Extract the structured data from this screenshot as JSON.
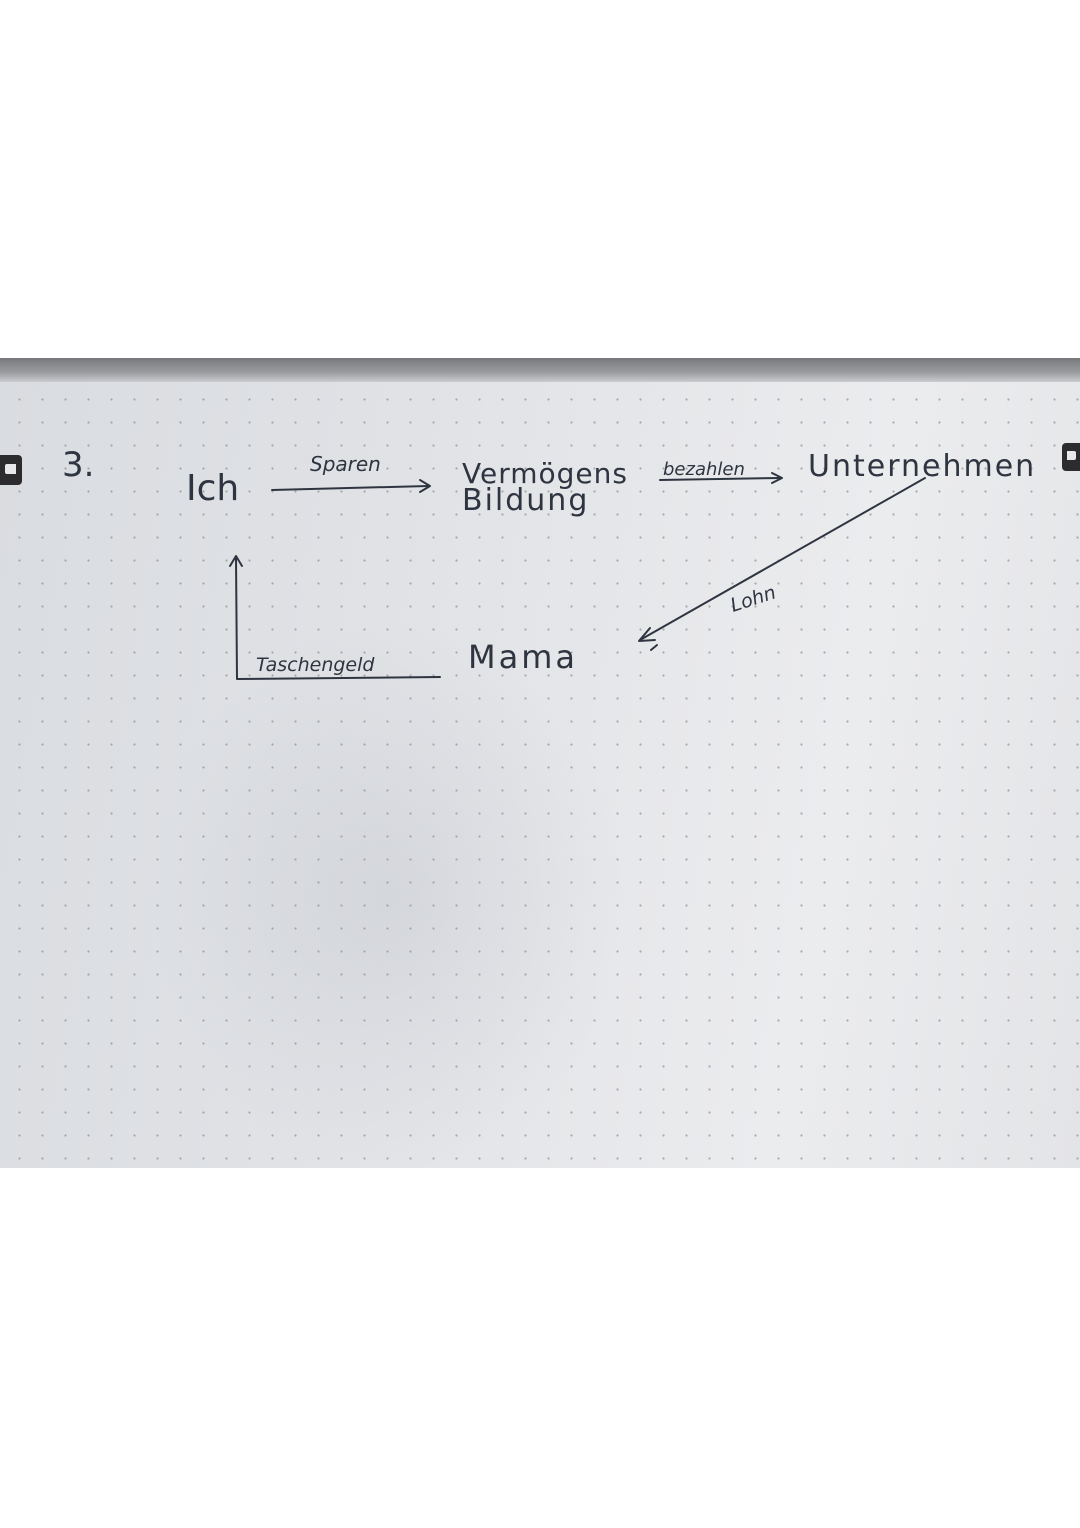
{
  "note": {
    "number": "3.",
    "nodes": {
      "ich": "Ich",
      "vermoegen_line1": "Vermögens",
      "vermoegen_line2": "Bildung",
      "unternehmen": "Unternehmen",
      "mama": "Mama"
    },
    "edges": {
      "sparen": "Sparen",
      "bezahlen": "bezahlen",
      "lohn": "Lohn",
      "taschengeld": "Taschengeld"
    }
  },
  "colors": {
    "ink": "#2f3540",
    "paper": "#e3e5e8",
    "background": "#ffffff"
  }
}
